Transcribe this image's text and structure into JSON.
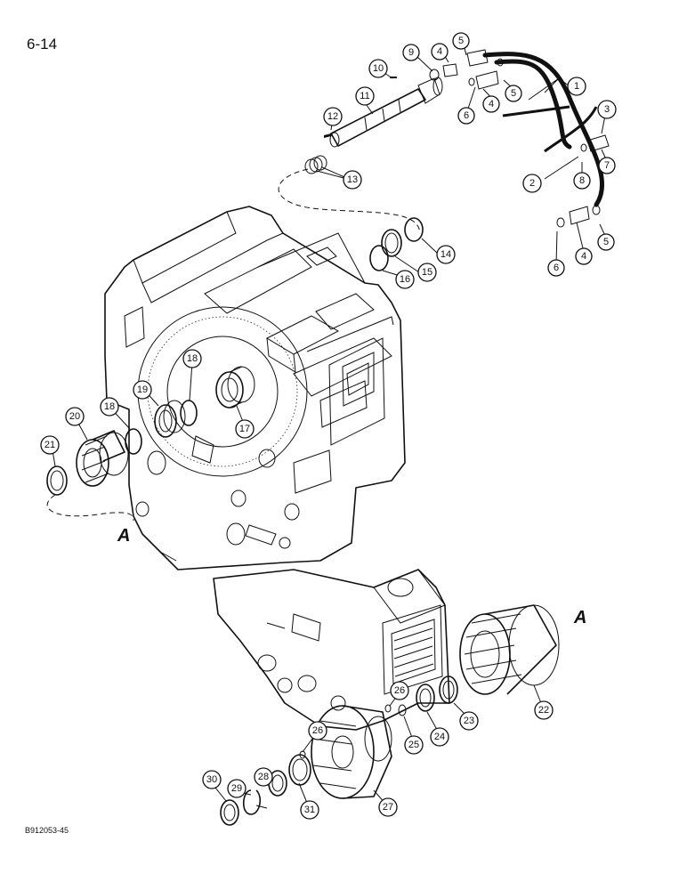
{
  "header": {
    "page_number": "6-14"
  },
  "footer": {
    "figure_id": "B912053-45"
  },
  "reference_letters": [
    "A",
    "A"
  ],
  "callouts": [
    "1",
    "2",
    "3",
    "4",
    "5",
    "6",
    "7",
    "8",
    "9",
    "10",
    "11",
    "12",
    "13",
    "14",
    "15",
    "16",
    "17",
    "18",
    "19",
    "20",
    "21",
    "22",
    "23",
    "24",
    "25",
    "26",
    "27",
    "28",
    "29",
    "30",
    "31"
  ]
}
